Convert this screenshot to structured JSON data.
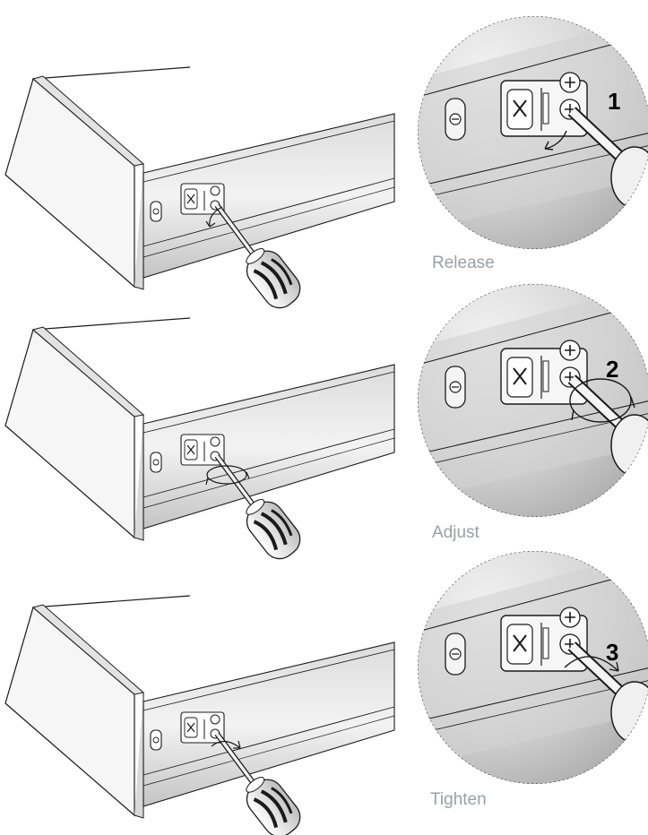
{
  "colors": {
    "line": "#1a1a1a",
    "caption": "#9aa0a6",
    "drawer_face": "#f4f4f4",
    "rail_light": "#eeeeee",
    "rail_dark": "#bdbdbd",
    "zoom_bg_light": "#e9e9e9",
    "zoom_bg_dark": "#9e9e9e"
  },
  "steps": [
    {
      "number": "1",
      "caption": "Release",
      "icon": "screwdriver-release"
    },
    {
      "number": "2",
      "caption": "Adjust",
      "icon": "screwdriver-adjust"
    },
    {
      "number": "3",
      "caption": "Tighten",
      "icon": "screwdriver-tighten"
    }
  ]
}
